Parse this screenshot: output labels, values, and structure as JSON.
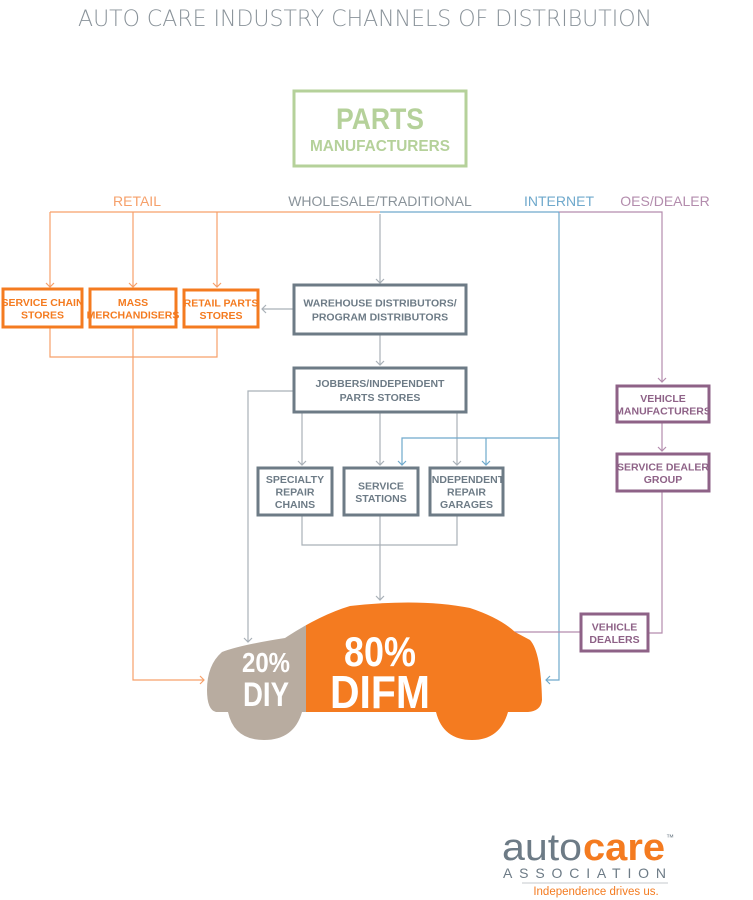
{
  "title": "AUTO CARE INDUSTRY CHANNELS OF DISTRIBUTION",
  "colors": {
    "retail": "#f47b20",
    "retail_line": "#f6a06a",
    "wholesale": "#6d7b86",
    "wholesale_line": "#a9b1b8",
    "internet": "#6fa9cc",
    "oes": "#8e6287",
    "oes_line": "#b38cad",
    "manufacturer": "#b5d19a",
    "diy": "#b8aca0",
    "difm": "#f47b20"
  },
  "source": {
    "line1": "PARTS",
    "line2": "MANUFACTURERS"
  },
  "channels": {
    "retail": "RETAIL",
    "wholesale": "WHOLESALE/TRADITIONAL",
    "internet": "INTERNET",
    "oes": "OES/DEALER"
  },
  "boxes": {
    "service_chain": [
      "SERVICE CHAIN",
      "STORES"
    ],
    "mass": [
      "MASS",
      "MERCHANDISERS"
    ],
    "retail_parts": [
      "RETAIL PARTS",
      "STORES"
    ],
    "warehouse": [
      "WAREHOUSE DISTRIBUTORS/",
      "PROGRAM DISTRIBUTORS"
    ],
    "jobbers": [
      "JOBBERS/INDEPENDENT",
      "PARTS STORES"
    ],
    "specialty": [
      "SPECIALTY",
      "REPAIR",
      "CHAINS"
    ],
    "service_stations": [
      "SERVICE",
      "STATIONS"
    ],
    "independent": [
      "INDEPENDENT",
      "REPAIR",
      "GARAGES"
    ],
    "vehicle_mfr": [
      "VEHICLE",
      "MANUFACTURERS"
    ],
    "service_dealer": [
      "SERVICE DEALER",
      "GROUP"
    ],
    "vehicle_dealers": [
      "VEHICLE",
      "DEALERS"
    ]
  },
  "car": {
    "diy_pct": "20%",
    "diy_label": "DIY",
    "difm_pct": "80%",
    "difm_label": "DIFM"
  },
  "logo": {
    "auto": "auto",
    "care": "care",
    "tm": "™",
    "association": "ASSOCIATION",
    "tagline": "Independence drives us."
  }
}
